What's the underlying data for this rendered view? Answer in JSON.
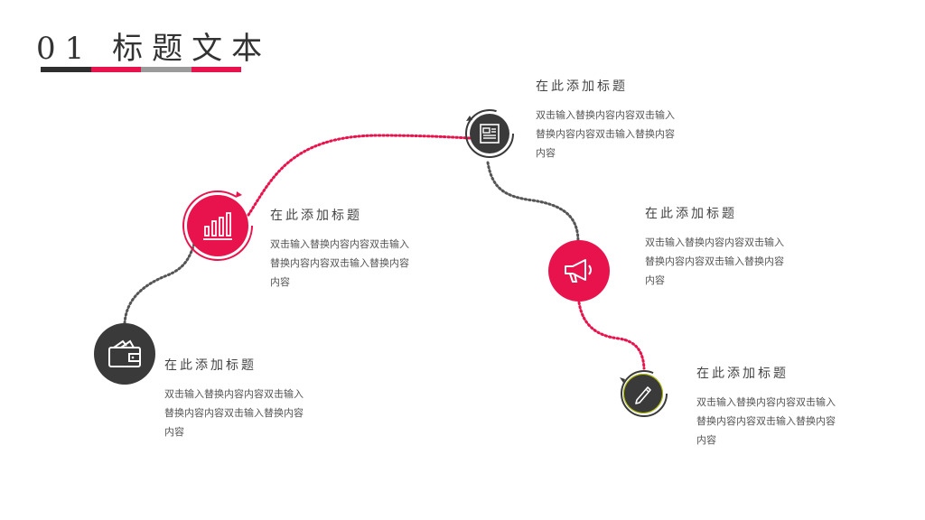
{
  "slide": {
    "title": "01 标题文本",
    "bar_colors": [
      "#2e2e2e",
      "#e8134c",
      "#9b9b9b",
      "#e8134c"
    ]
  },
  "colors": {
    "accent": "#e8134c",
    "dark": "#3a3a3a",
    "dot_dark": "#555555"
  },
  "items": [
    {
      "icon": "wallet-icon",
      "heading": "在此添加标题",
      "body": "双击输入替换内容内容双击输入替换内容内容双击输入替换内容内容"
    },
    {
      "icon": "bar-chart-icon",
      "heading": "在此添加标题",
      "body": "双击输入替换内容内容双击输入替换内容内容双击输入替换内容内容"
    },
    {
      "icon": "newspaper-icon",
      "heading": "在此添加标题",
      "body": "双击输入替换内容内容双击输入替换内容内容双击输入替换内容内容"
    },
    {
      "icon": "megaphone-icon",
      "heading": "在此添加标题",
      "body": "双击输入替换内容内容双击输入替换内容内容双击输入替换内容内容"
    },
    {
      "icon": "pen-icon",
      "heading": "在此添加标题",
      "body": "双击输入替换内容内容双击输入替换内容内容双击输入替换内容内容"
    }
  ]
}
